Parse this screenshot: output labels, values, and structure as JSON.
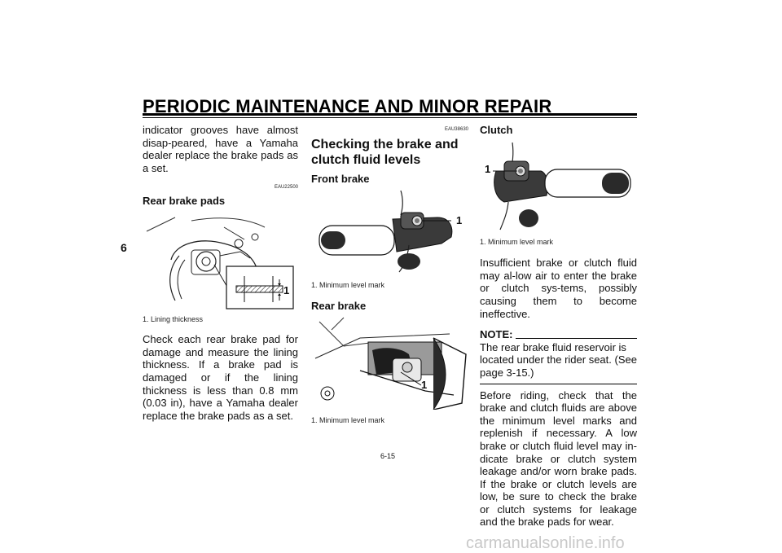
{
  "header": {
    "title": "PERIODIC MAINTENANCE AND MINOR REPAIR"
  },
  "chapter_tab": "6",
  "page_number": "6-15",
  "watermark": "carmanualsonline.info",
  "col1": {
    "intro": "indicator grooves have almost disap-peared, have a Yamaha dealer replace the brake pads as a set.",
    "code": "EAU22500",
    "heading": "Rear brake pads",
    "figure_callout": "1",
    "caption": "1. Lining thickness",
    "body": "Check each rear brake pad for damage and measure the lining thickness. If a brake pad is damaged or if the lining thickness is less than 0.8 mm (0.03 in), have a Yamaha dealer replace the brake pads as a set."
  },
  "col2": {
    "code": "EAU38630",
    "section_title": "Checking the brake and clutch fluid levels",
    "front_heading": "Front brake",
    "front_callout": "1",
    "front_caption": "1. Minimum level mark",
    "rear_heading": "Rear brake",
    "rear_callout": "1",
    "rear_caption": "1. Minimum level mark"
  },
  "col3": {
    "heading": "Clutch",
    "callout": "1",
    "caption": "1. Minimum level mark",
    "body1": "Insufficient brake or clutch fluid may al-low air to enter the brake or clutch sys-tems, possibly causing them to become ineffective.",
    "note_label": "NOTE:",
    "note_text": "The rear brake fluid reservoir is located under the rider seat. (See page 3-15.)",
    "body2": "Before riding, check that the brake and clutch fluids are above the minimum level marks and replenish if necessary. A low brake or clutch fluid level may in-dicate brake or clutch system leakage and/or worn brake pads. If the brake or clutch levels are low, be sure to check the brake or clutch systems for leakage and the brake pads for wear."
  }
}
